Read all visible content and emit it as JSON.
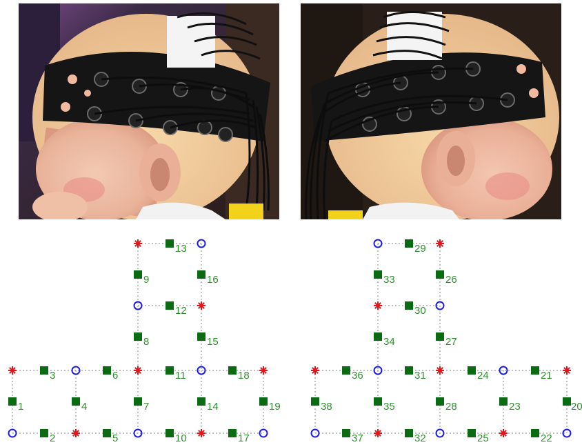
{
  "photos": [
    {
      "id": "left",
      "subject": "infant head, left side view, black NIRS headband with optode cables"
    },
    {
      "id": "right",
      "subject": "infant head, right side view, black NIRS headband with optode cables"
    }
  ],
  "colors": {
    "source": "#e0161c",
    "detector": "#1d1de6",
    "channel": "#0a6b12",
    "connector": "#9a9a9a",
    "label": "#2f8f2f"
  },
  "marker_legend": {
    "source": "red asterisk",
    "detector": "blue circle",
    "channel": "green square"
  },
  "left_channels": [
    "1",
    "2",
    "3",
    "4",
    "5",
    "6",
    "7",
    "8",
    "9",
    "10",
    "11",
    "12",
    "13",
    "14",
    "15",
    "16",
    "17",
    "18",
    "19"
  ],
  "right_channels": [
    "20",
    "21",
    "22",
    "23",
    "24",
    "25",
    "26",
    "27",
    "28",
    "29",
    "30",
    "31",
    "32",
    "33",
    "34",
    "35",
    "36",
    "37",
    "38"
  ]
}
